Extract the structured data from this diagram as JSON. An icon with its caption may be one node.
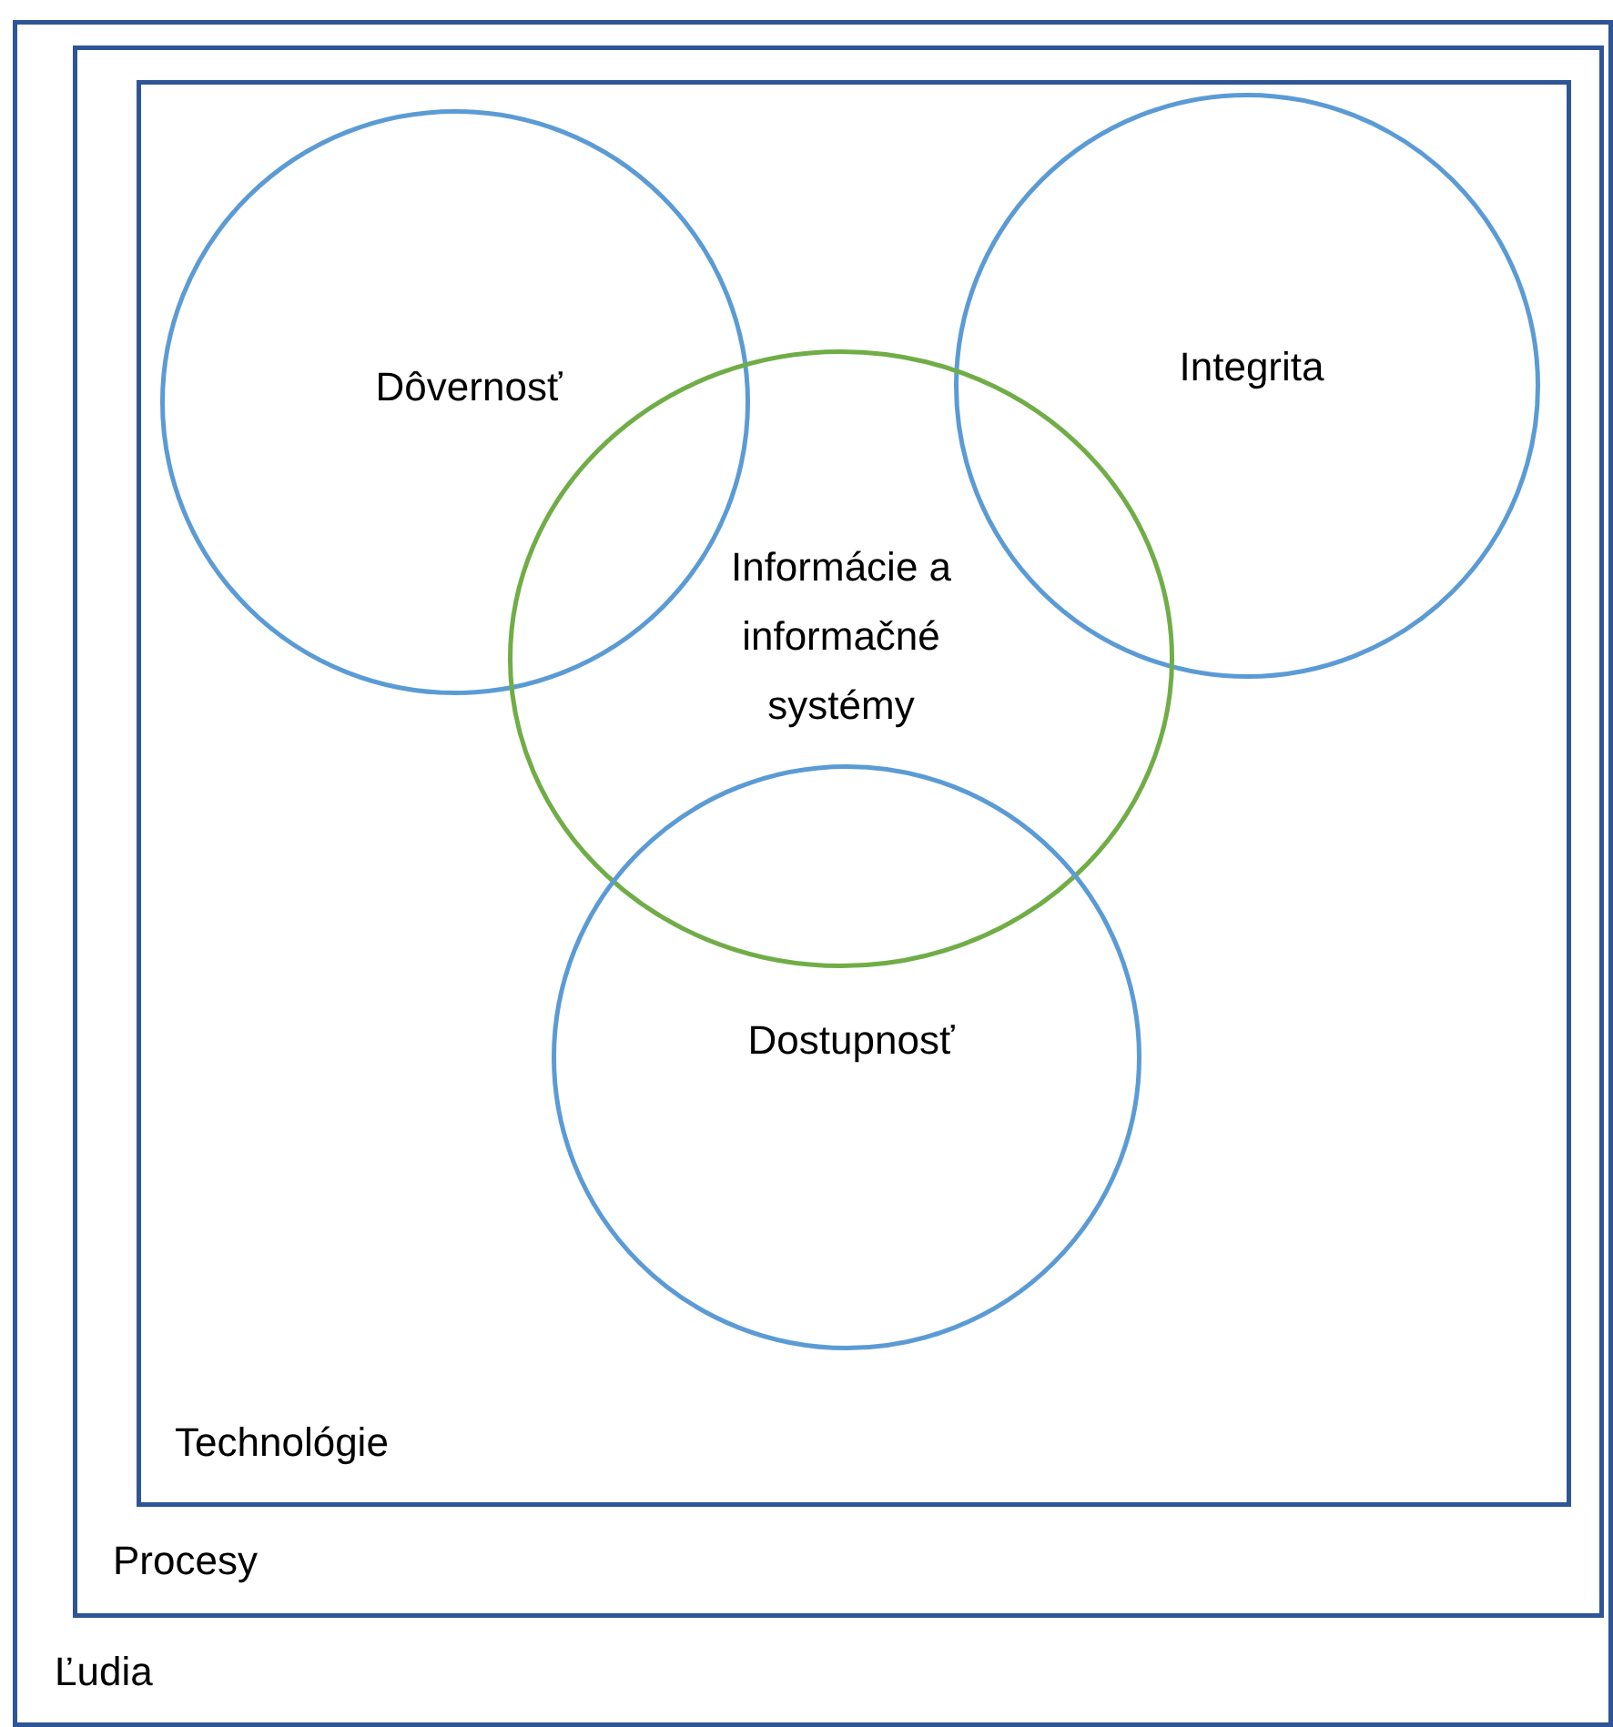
{
  "diagram": {
    "nodes": [
      {
        "text": [
          "Ľudia"
        ]
      },
      {
        "text": [
          "Procesy"
        ],
        "in": 0
      },
      {
        "text": [
          "Technológie"
        ],
        "in": 1
      },
      {
        "text": [
          "Dôvernosť"
        ],
        "in": 2
      },
      {
        "text": [
          "Integrita"
        ],
        "in": 2
      },
      {
        "text": [
          "Informácie a informačné systémy"
        ],
        "in": 2
      },
      {
        "text": [
          "Dostupnosť"
        ],
        "in": 2
      }
    ]
  }
}
